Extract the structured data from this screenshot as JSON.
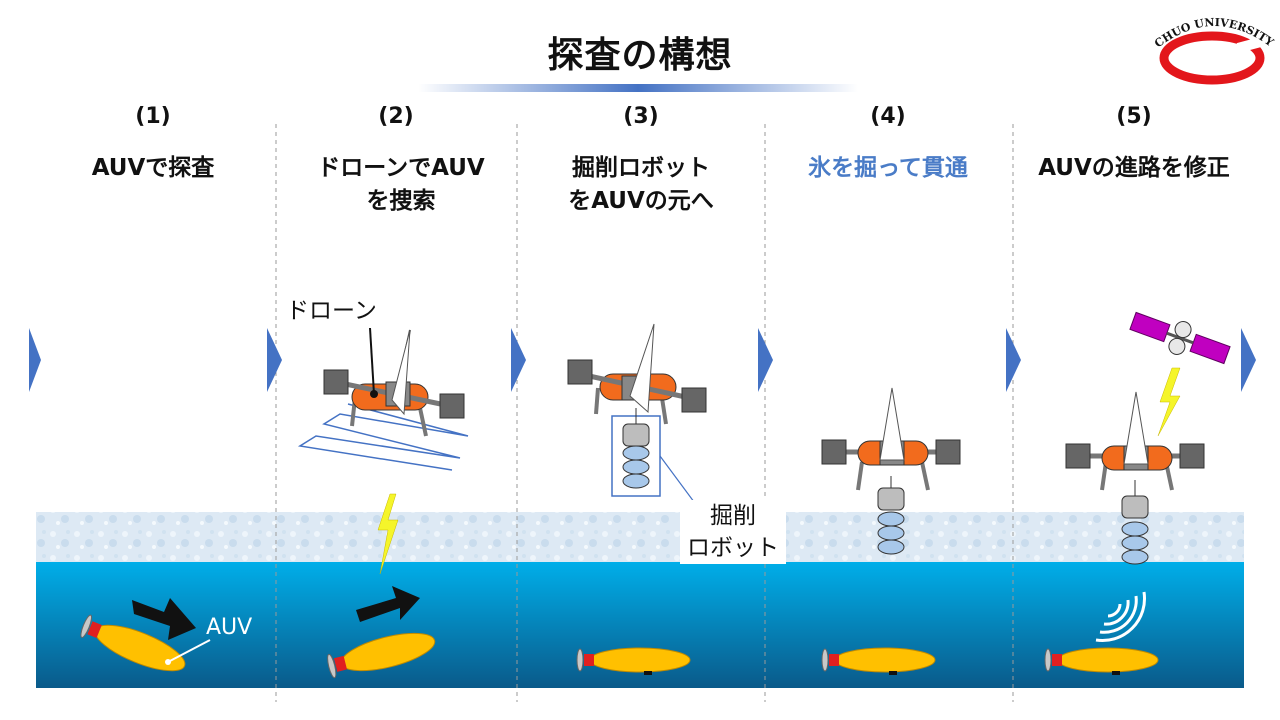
{
  "title": "探査の構想",
  "logo": {
    "text": "CHUO UNIVERSITY",
    "color": "#e3161b"
  },
  "steps": [
    {
      "number": "(1)",
      "label": "AUVで探査"
    },
    {
      "number": "(2)",
      "label": "ドローンでAUV\nを捜索"
    },
    {
      "number": "(3)",
      "label": "掘削ロボット\nをAUVの元へ"
    },
    {
      "number": "(4)",
      "label": "氷を掘って貫通"
    },
    {
      "number": "(5)",
      "label": "AUVの進路を修正"
    }
  ],
  "callouts": {
    "drone": "ドローン",
    "robot": "掘削\nロボット",
    "auv": "AUV"
  },
  "colors": {
    "accent": "#4a7cc7",
    "arrow": "#4472c4",
    "water_top": "#00a9e6",
    "water_bottom": "#0a5f8f",
    "ice": "#dbeaf5",
    "auv_body": "#ffc000",
    "drone_body": "#f26b1d",
    "satellite": "#c000c0",
    "lightning": "#f5f52a"
  }
}
